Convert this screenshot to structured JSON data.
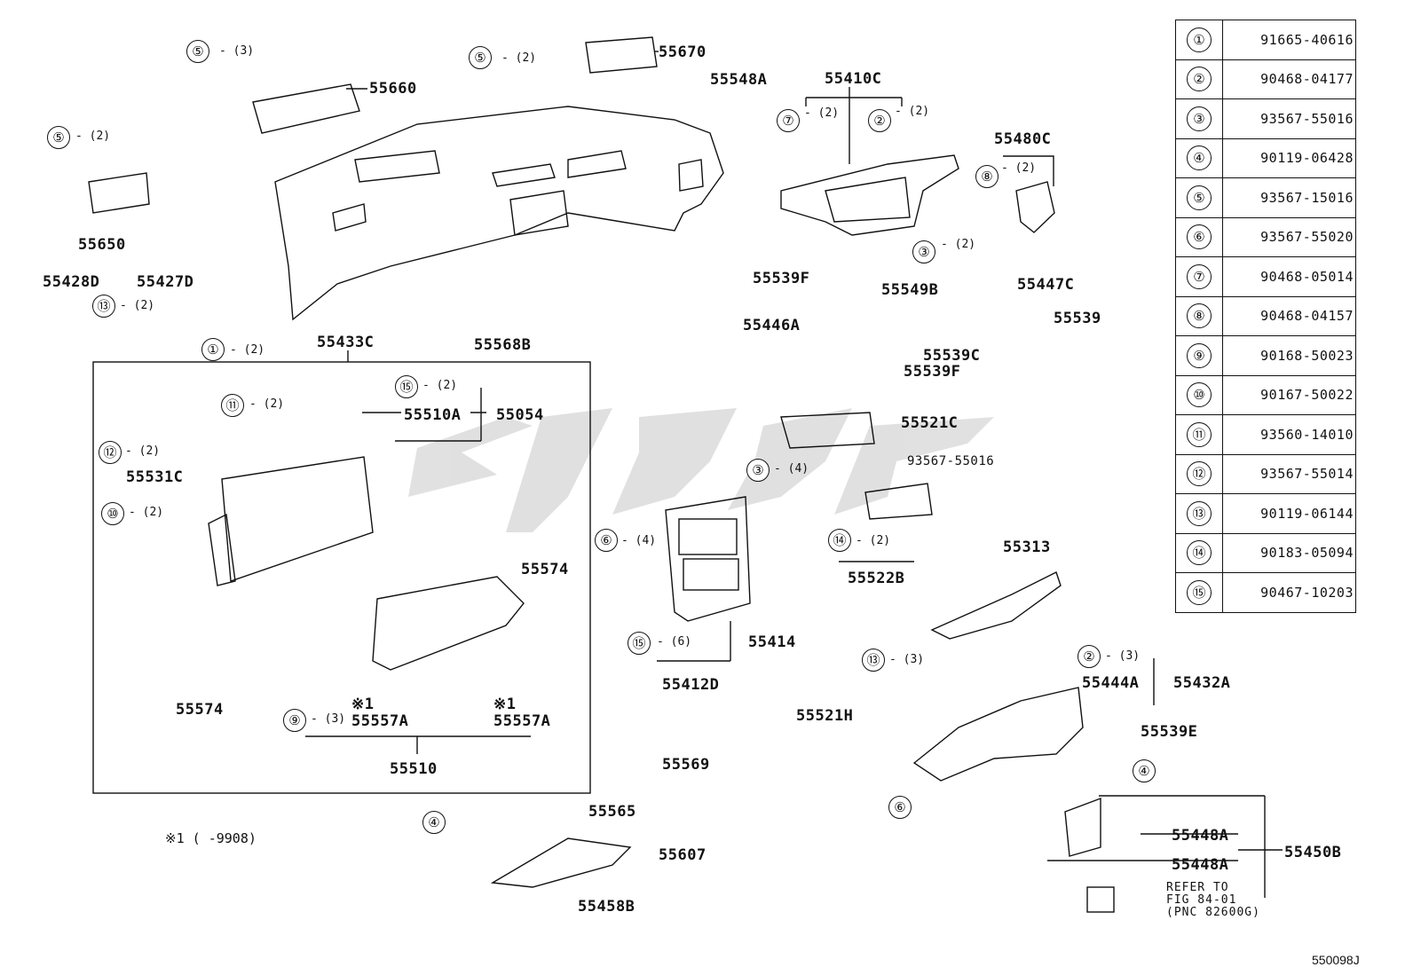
{
  "diagram": {
    "code": "550098J",
    "note": "※1 (    -9908)",
    "parts_table": [
      {
        "num": "①",
        "part": "91665-40616"
      },
      {
        "num": "②",
        "part": "90468-04177"
      },
      {
        "num": "③",
        "part": "93567-55016"
      },
      {
        "num": "④",
        "part": "90119-06428"
      },
      {
        "num": "⑤",
        "part": "93567-15016"
      },
      {
        "num": "⑥",
        "part": "93567-55020"
      },
      {
        "num": "⑦",
        "part": "90468-05014"
      },
      {
        "num": "⑧",
        "part": "90468-04157"
      },
      {
        "num": "⑨",
        "part": "90168-50023"
      },
      {
        "num": "⑩",
        "part": "90167-50022"
      },
      {
        "num": "⑪",
        "part": "93560-14010"
      },
      {
        "num": "⑫",
        "part": "93567-55014"
      },
      {
        "num": "⑬",
        "part": "90119-06144"
      },
      {
        "num": "⑭",
        "part": "90183-05094"
      },
      {
        "num": "⑮",
        "part": "90467-10203"
      }
    ],
    "labels": {
      "p55660": "55660",
      "p55670": "55670",
      "p55548A": "55548A",
      "p55650": "55650",
      "p55410C": "55410C",
      "p55480C": "55480C",
      "p55428D": "55428D",
      "p55427D": "55427D",
      "p55433C": "55433C",
      "p55568B": "55568B",
      "p55539F_a": "55539F",
      "p55549B": "55549B",
      "p55447C": "55447C",
      "p55446A": "55446A",
      "p55539": "55539",
      "p55539C": "55539C",
      "p55539F_b": "55539F",
      "p55510A": "55510A",
      "p55054": "55054",
      "p55531C": "55531C",
      "p55521C": "55521C",
      "p93567_55016": "93567-55016",
      "p55522B": "55522B",
      "p55574_a": "55574",
      "p55574_b": "55574",
      "p55313": "55313",
      "p55414": "55414",
      "p55412D": "55412D",
      "p55444A": "55444A",
      "p55432A": "55432A",
      "p55521H": "55521H",
      "p55557A_a": "55557A",
      "p55557A_b": "55557A",
      "p55510": "55510",
      "p55539E": "55539E",
      "p55569": "55569",
      "p55565": "55565",
      "p55607": "55607",
      "p55458B": "55458B",
      "p55448A_a": "55448A",
      "p55448A_b": "55448A",
      "p55450B": "55450B",
      "star1_a": "※1",
      "star1_b": "※1"
    },
    "refer_lines": [
      "REFER TO",
      "FIG 84-01",
      "(PNC 82600G)"
    ],
    "callouts": {
      "c5a": "⑤",
      "q5a": "- (3)",
      "c5b": "⑤",
      "q5b": "- (2)",
      "c5c": "⑤",
      "q5c": "- (2)",
      "c7": "⑦",
      "q7": "- (2)",
      "c2a": "②",
      "q2a": "- (2)",
      "c8": "⑧",
      "q8": "- (2)",
      "c3a": "③",
      "q3a": "- (2)",
      "c13a": "⑬",
      "q13a": "- (2)",
      "c1": "①",
      "q1": "- (2)",
      "c15a": "⑮",
      "q15a": "- (2)",
      "c11": "⑪",
      "q11": "- (2)",
      "c12": "⑫",
      "q12": "- (2)",
      "c10": "⑩",
      "q10": "- (2)",
      "c3b": "③",
      "q3b": "- (4)",
      "c6a": "⑥",
      "q6a": "- (4)",
      "c14": "⑭",
      "q14": "- (2)",
      "c15b": "⑮",
      "q15b": "- (6)",
      "c13b": "⑬",
      "q13b": "- (3)",
      "c2b": "②",
      "q2b": "- (3)",
      "c9": "⑨",
      "q9": "- (3)",
      "c4a": "④",
      "c4b": "④",
      "c6b": "⑥"
    }
  }
}
